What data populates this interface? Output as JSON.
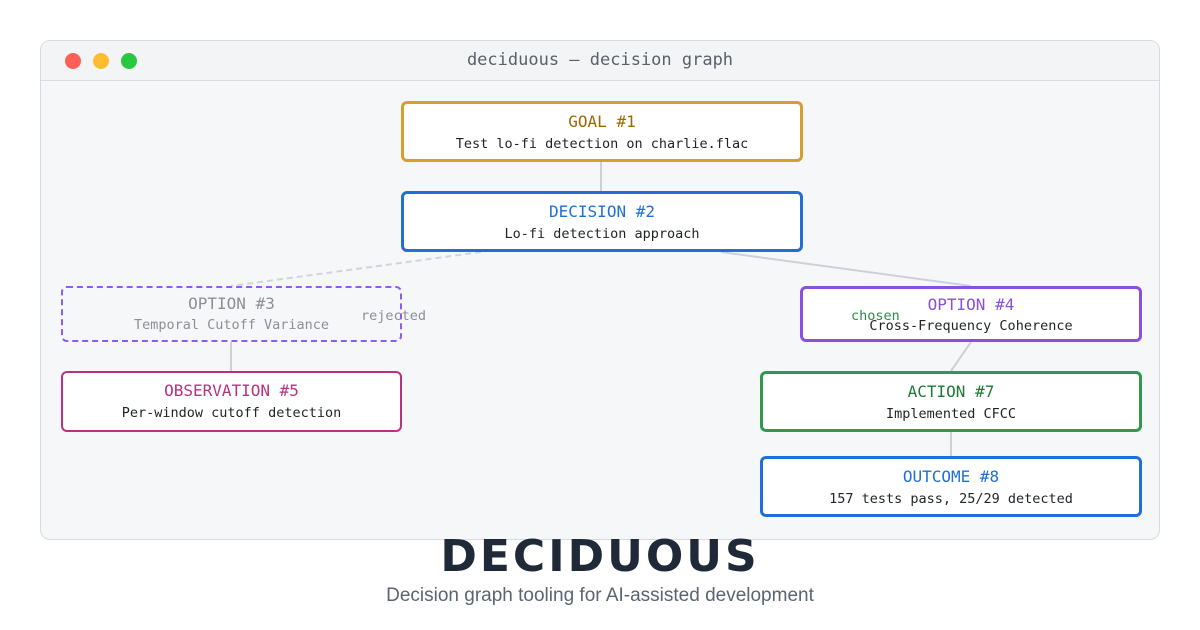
{
  "window": {
    "title": "deciduous — decision graph"
  },
  "nodes": {
    "goal": {
      "title": "GOAL #1",
      "text": "Test lo-fi detection on charlie.flac"
    },
    "decision": {
      "title": "DECISION #2",
      "text": "Lo-fi detection approach"
    },
    "option3": {
      "title": "OPTION #3",
      "text": "Temporal Cutoff Variance",
      "status": "rejected"
    },
    "option4": {
      "title": "OPTION #4",
      "text": "Cross-Frequency Coherence",
      "status": "chosen"
    },
    "observation5": {
      "title": "OBSERVATION #5",
      "text": "Per-window cutoff detection"
    },
    "action7": {
      "title": "ACTION #7",
      "text": "Implemented CFCC"
    },
    "outcome8": {
      "title": "OUTCOME #8",
      "text": "157 tests pass, 25/29 detected"
    }
  },
  "edges": [
    {
      "from": "GOAL #1",
      "to": "DECISION #2"
    },
    {
      "from": "DECISION #2",
      "to": "OPTION #3",
      "label": "rejected"
    },
    {
      "from": "DECISION #2",
      "to": "OPTION #4",
      "label": "chosen"
    },
    {
      "from": "OPTION #3",
      "to": "OBSERVATION #5"
    },
    {
      "from": "OPTION #4",
      "to": "ACTION #7"
    },
    {
      "from": "ACTION #7",
      "to": "OUTCOME #8"
    }
  ],
  "colors": {
    "goal": "#d4a02a",
    "decision": "#1f6fd6",
    "option": "#8b4fe0",
    "observation": "#b83280",
    "action": "#2e9a4a",
    "outcome": "#1f6fd6",
    "edge": "#ccd1d7"
  },
  "brand": {
    "name": "DECIDUOUS",
    "tagline": "Decision graph tooling for AI-assisted development"
  }
}
